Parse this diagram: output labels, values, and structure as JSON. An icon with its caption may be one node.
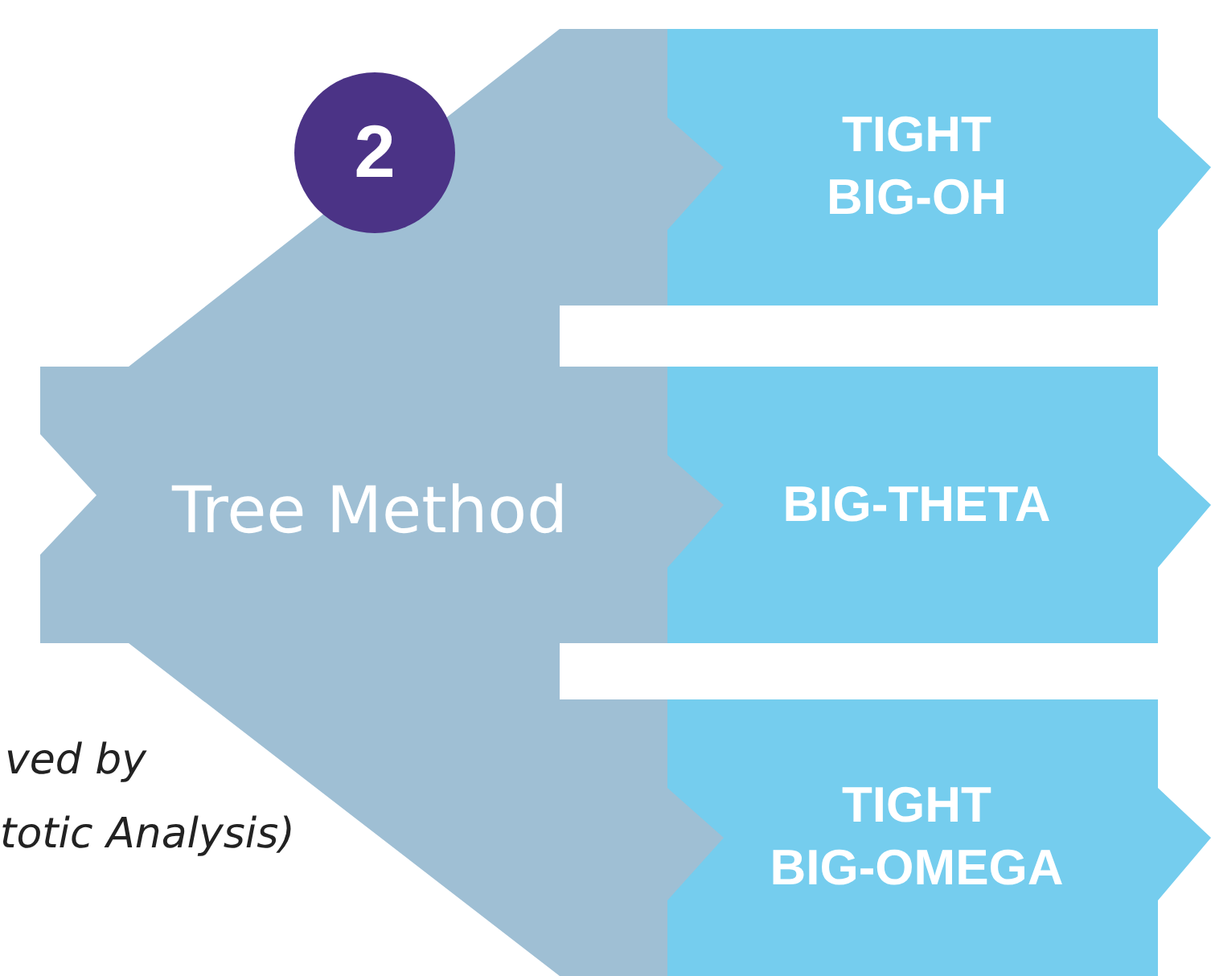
{
  "diagram": {
    "nodes": [
      {
        "text": [
          "Tree Method"
        ]
      },
      {
        "text": [
          "TIGHT BIG-OH"
        ]
      },
      {
        "text": [
          "BIG-THETA"
        ]
      },
      {
        "text": [
          "TIGHT BIG-OMEGA"
        ]
      },
      {
        "text": [
          "2"
        ]
      }
    ],
    "labels": [
      "ved by",
      "totic Analysis)"
    ]
  }
}
